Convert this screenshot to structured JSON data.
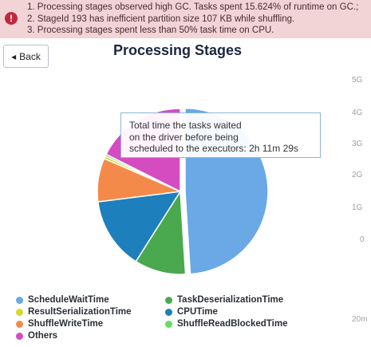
{
  "alert": {
    "icon": "!",
    "lines": [
      "1. Processing stages observed high GC. Tasks spent 15.624% of runtime on GC.;",
      "2. StageId 193 has inefficient partition size 107 KB while shuffling.",
      "3. Processing stages spent less than 50% task time on CPU."
    ]
  },
  "back_button": {
    "icon": "chevron-left-icon",
    "label": "Back"
  },
  "axis": {
    "ticks": [
      "5G",
      "4G",
      "3G",
      "2G",
      "1G",
      "0",
      "20m"
    ]
  },
  "tooltip": {
    "lines": [
      "Total time the tasks waited",
      "on the driver before being",
      "scheduled to the executors: 2h 11m 29s"
    ]
  },
  "chart_data": {
    "type": "pie",
    "title": "Processing Stages",
    "slices": [
      {
        "name": "ScheduleWaitTime",
        "value": 49.0,
        "color": "#6aa8e6",
        "exploded": true
      },
      {
        "name": "TaskDeserializationTime",
        "value": 10.0,
        "color": "#4aa84e"
      },
      {
        "name": "CPUTime",
        "value": 14.0,
        "color": "#1d7fbc"
      },
      {
        "name": "ShuffleWriteTime",
        "value": 8.5,
        "color": "#f48a4a"
      },
      {
        "name": "ResultSerializationTime",
        "value": 0.5,
        "color": "#d8d82a"
      },
      {
        "name": "ShuffleReadBlockedTime",
        "value": 0.4,
        "color": "#66dd66"
      },
      {
        "name": "Others",
        "value": 17.6,
        "color": "#d54cc0"
      }
    ],
    "legend": [
      {
        "name": "ScheduleWaitTime",
        "color": "#6aa8e6"
      },
      {
        "name": "TaskDeserializationTime",
        "color": "#4aa84e"
      },
      {
        "name": "ResultSerializationTime",
        "color": "#d8d82a"
      },
      {
        "name": "CPUTime",
        "color": "#1d7fbc"
      },
      {
        "name": "ShuffleWriteTime",
        "color": "#f48a4a"
      },
      {
        "name": "ShuffleReadBlockedTime",
        "color": "#66dd66"
      },
      {
        "name": "Others",
        "color": "#d54cc0"
      }
    ]
  }
}
